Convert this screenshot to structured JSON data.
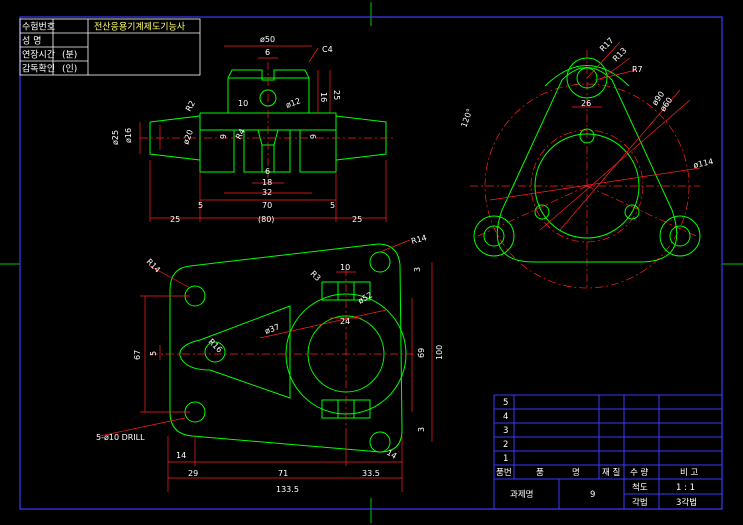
{
  "colors": {
    "background": "#000000",
    "frame": "#3a3aff",
    "part": "#00ff00",
    "dimension": "#ff2020",
    "text": "#ffffff",
    "cad_cross": "#00c800"
  },
  "header_table": {
    "rows": [
      {
        "label": "수험번호",
        "value": "전산응용기계제도기능사"
      },
      {
        "label": "성    명",
        "value": ""
      },
      {
        "label": "연장시간",
        "value": "(분)"
      },
      {
        "label": "감독확인",
        "value": "(인)"
      }
    ]
  },
  "front_view": {
    "dims": {
      "d50": "ø50",
      "c4": "C4",
      "six_top": "6",
      "sixteen": "16",
      "twentyfive_r": "25",
      "r2": "R2",
      "ten": "10",
      "d12": "ø12",
      "d25": "ø25",
      "d16": "ø16",
      "d20": "ø20",
      "six_l": "6",
      "r4": "R4",
      "six_r": "6",
      "six_bot": "6",
      "eighteen": "18",
      "thirtytwo": "32",
      "five_l": "5",
      "seventy": "70",
      "five_r": "5",
      "twentyfive_l": "25",
      "eighty": "(80)",
      "twentyfive_rb": "25"
    }
  },
  "side_view": {
    "dims": {
      "r17": "R17",
      "r13": "R13",
      "r7": "R7",
      "twentysix": "26",
      "d90": "ø90",
      "d60": "ø60",
      "d114": "ø114",
      "angle": "120°"
    }
  },
  "top_view": {
    "dims": {
      "r14_tl": "R14",
      "r14_tr": "R14",
      "r14_br": "14",
      "r3": "R3",
      "ten": "10",
      "d52": "ø52",
      "twentyfour": "24",
      "d37": "ø37",
      "r16": "R16",
      "sixtyseven": "67",
      "five": "5",
      "sixtynine": "69",
      "hundred": "100",
      "three_t": "3",
      "three_b": "3",
      "fourteen": "14",
      "twentynine": "29",
      "seventyone": "71",
      "thirtythree": "33.5",
      "total": "133.5",
      "drill": "5-ø10 DRILL"
    }
  },
  "parts_list": {
    "rows": [
      "5",
      "4",
      "3",
      "2",
      "1"
    ],
    "headers": [
      "품번",
      "품",
      "명",
      "재 질",
      "수 량",
      "비 고"
    ],
    "title_label": "과제명",
    "title_value": "9",
    "scale_label": "척도",
    "scale_value": "1 : 1",
    "angle_label": "각법",
    "angle_value": "3각법"
  }
}
